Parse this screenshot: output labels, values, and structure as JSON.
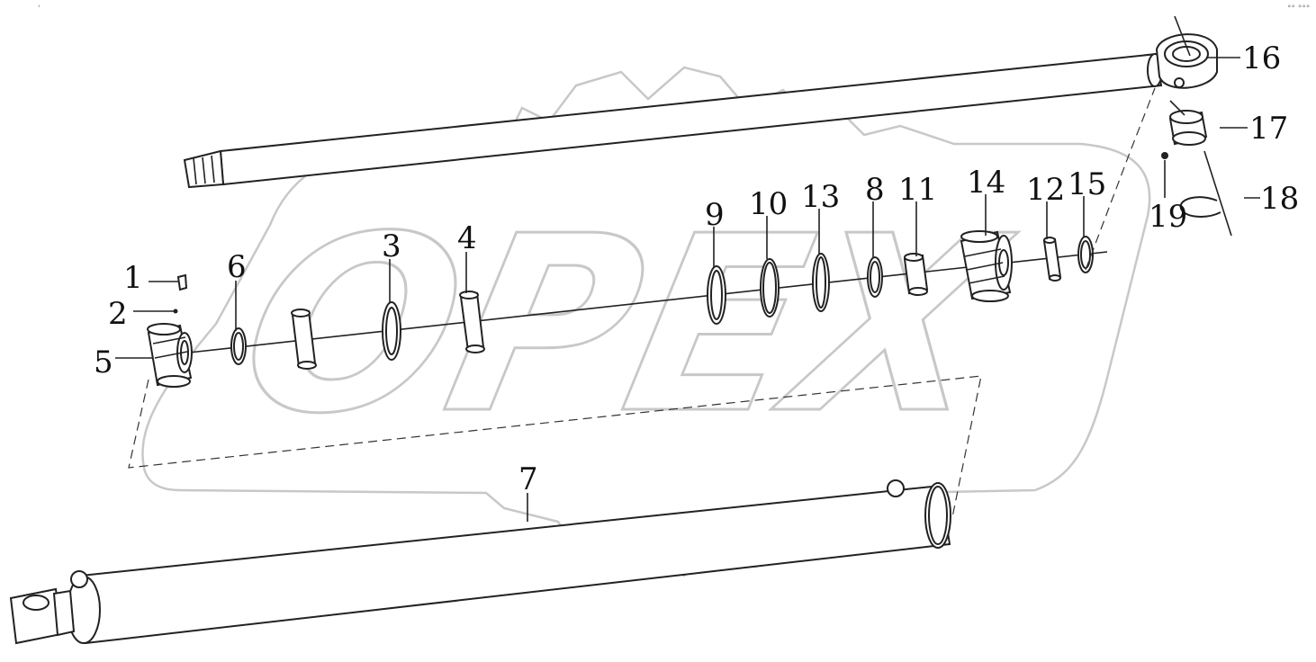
{
  "watermark": {
    "text": "OPEX",
    "color": "#c8c8c8"
  },
  "corner_marks": {
    "top_left": "'",
    "top_right": "°° °°°"
  },
  "callouts": [
    {
      "id": "1",
      "label": "1"
    },
    {
      "id": "2",
      "label": "2"
    },
    {
      "id": "3",
      "label": "3"
    },
    {
      "id": "4",
      "label": "4"
    },
    {
      "id": "5",
      "label": "5"
    },
    {
      "id": "6",
      "label": "6"
    },
    {
      "id": "7",
      "label": "7"
    },
    {
      "id": "8",
      "label": "8"
    },
    {
      "id": "9",
      "label": "9"
    },
    {
      "id": "10",
      "label": "10"
    },
    {
      "id": "11",
      "label": "11"
    },
    {
      "id": "12",
      "label": "12"
    },
    {
      "id": "13",
      "label": "13"
    },
    {
      "id": "14",
      "label": "14"
    },
    {
      "id": "15",
      "label": "15"
    },
    {
      "id": "16",
      "label": "16"
    },
    {
      "id": "17",
      "label": "17"
    },
    {
      "id": "18",
      "label": "18"
    },
    {
      "id": "19",
      "label": "19"
    }
  ]
}
